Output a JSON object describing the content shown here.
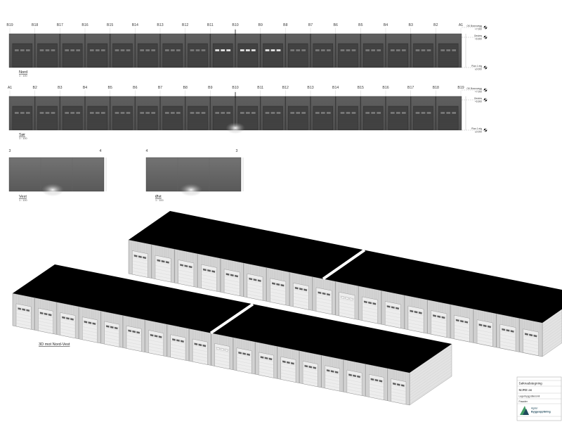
{
  "colors": {
    "elevation_door": "#404040",
    "elevation_window": "#7a7a7a",
    "elevation_window_lit": "#e4e4e4",
    "roof": "#000000",
    "firewall": "#ffffff",
    "door_3d": "#ededed",
    "door_window_3d": "#5e5e5e",
    "door_window_3d_lit": "#ffffff",
    "logo_green": "#3f9a63",
    "logo_dark": "#1f4a5c"
  },
  "elevations": {
    "nord": {
      "title": "Nord",
      "scale": "1 : 100",
      "grid_labels": [
        "B19",
        "B18",
        "B17",
        "B16",
        "B15",
        "B14",
        "B13",
        "B12",
        "B11",
        "B10",
        "B9",
        "B8",
        "B7",
        "B6",
        "B5",
        "B4",
        "B3",
        "B2",
        "A1"
      ],
      "levels": [
        {
          "name": "OK Brannvegg",
          "value": "+7.000"
        },
        {
          "name": "Gesims",
          "value": "+6.900"
        },
        {
          "name": "Plan 1 etg",
          "value": "±0.000"
        }
      ]
    },
    "sor": {
      "title": "Sør",
      "scale": "1 : 100",
      "grid_labels": [
        "A1",
        "B2",
        "B3",
        "B4",
        "B5",
        "B6",
        "B7",
        "B8",
        "B9",
        "B10",
        "B11",
        "B12",
        "B13",
        "B14",
        "B15",
        "B16",
        "B17",
        "B18",
        "B19"
      ],
      "levels": [
        {
          "name": "OK Brannvegg",
          "value": "+7.000"
        },
        {
          "name": "Gesims",
          "value": "+6.900"
        },
        {
          "name": "Plan 1 etg",
          "value": "±0.000"
        }
      ]
    },
    "vest": {
      "title": "Vest",
      "scale": "1 : 100",
      "grid_labels": [
        "3",
        "4"
      ]
    },
    "ost": {
      "title": "Øst",
      "scale": "1 : 100",
      "grid_labels": [
        "4",
        "3"
      ]
    }
  },
  "view_3d": {
    "title": "3D mot Nord-Vest"
  },
  "title_block": {
    "drawing_status": "Søknadstegning",
    "client": "MJRE as",
    "project": "Lagerbygg Bilersmli",
    "sheet_name": "Fasader",
    "company_name_line1": "Agder",
    "company_name_line2": "Byggeoppføring"
  }
}
